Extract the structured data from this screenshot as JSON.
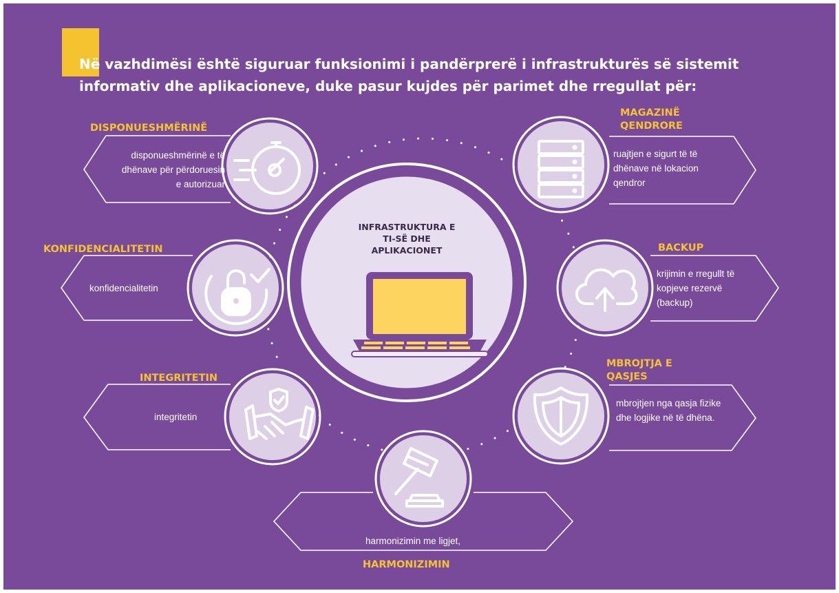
{
  "headline": {
    "line1": "Në vazhdimësi është siguruar funksionimi i pandërprerë i infrastrukturës së sistemit",
    "line2": "informativ dhe aplikacioneve, duke pasur kujdes për parimet dhe rregullat për:"
  },
  "center": {
    "title": "INFRASTRUKTURA E TI-SË DHE APLIKACIONET",
    "icon": "laptop-icon"
  },
  "items": {
    "disponueshmeria": {
      "label": "DISPONUESHMËRINË",
      "text": "disponueshmërinë e të dhënave për përdoruesin e autorizuar",
      "icon": "stopwatch-icon"
    },
    "konfidencialiteti": {
      "label": "KONFIDENCIALITETIN",
      "text": "konfidencialitetin",
      "icon": "padlock-check-icon"
    },
    "integriteti": {
      "label": "INTEGRITETIN",
      "text": "integritetin",
      "icon": "handshake-icon"
    },
    "harmonizimi": {
      "label": "HARMONIZIMIN",
      "text": "harmonizimin me ligjet,",
      "icon": "gavel-icon"
    },
    "magazina": {
      "label_line1": "MAGAZINË",
      "label_line2": "QENDRORE",
      "text": "ruajtjen e sigurt të të dhënave në lokacion qendror",
      "icon": "server-icon"
    },
    "backup": {
      "label": "BACKUP",
      "text": "krijimin e rregullt të kopjeve rezervë (backup)",
      "icon": "cloud-upload-icon"
    },
    "mbrojtja": {
      "label_line1": "MBROJTJA E",
      "label_line2": "QASJES",
      "text": "mbrojtjen nga qasja fizike dhe logjike në të dhëna.",
      "icon": "shield-icon"
    }
  },
  "colors": {
    "background": "#7a4a9a",
    "accent": "#f5c330",
    "circle_fill": "#ddd0e6",
    "center_circle": "#e7def0",
    "outline": "#ffffff",
    "icon_stroke": "#7a4a9a",
    "laptop_screen": "#fcd45f"
  }
}
